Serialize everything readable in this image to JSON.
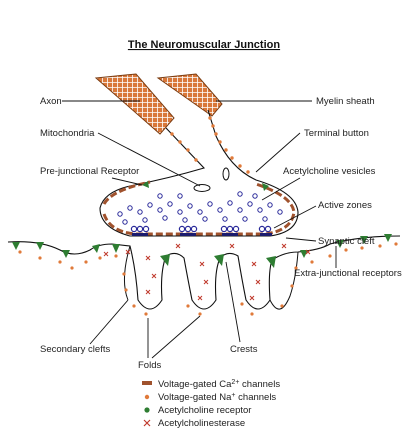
{
  "title": "The Neuromuscular Junction",
  "labels": {
    "axon": "Axon",
    "myelin": "Myelin sheath",
    "mito": "Mitochondria",
    "terminal": "Terminal button",
    "prejunc": "Pre-junctional Receptor",
    "vesicles": "Acetylcholine vesicles",
    "active": "Active zones",
    "cleft": "Synaptic cleft",
    "extra": "Extra-junctional receptors",
    "secondary": "Secondary clefts",
    "folds": "Folds",
    "crests": "Crests"
  },
  "legend": [
    {
      "pre": "Voltage-gated Ca",
      "sup": "2+",
      "post": " channels",
      "symbol": "ca-channel"
    },
    {
      "pre": "Voltage-gated Na",
      "sup": "+",
      "post": " channels",
      "symbol": "na-channel"
    },
    {
      "pre": "Acetylcholine receptor",
      "sup": "",
      "post": "",
      "symbol": "ach-receptor"
    },
    {
      "pre": "Acetylcholinesterase",
      "sup": "",
      "post": "",
      "symbol": "ache"
    }
  ],
  "colors": {
    "ca_channel": "#a0522d",
    "na_channel": "#e07a3a",
    "receptor": "#2e7d32",
    "ache": "#c0392b",
    "vesicle": "#2a2a9a",
    "myelin": "#d9783a"
  }
}
